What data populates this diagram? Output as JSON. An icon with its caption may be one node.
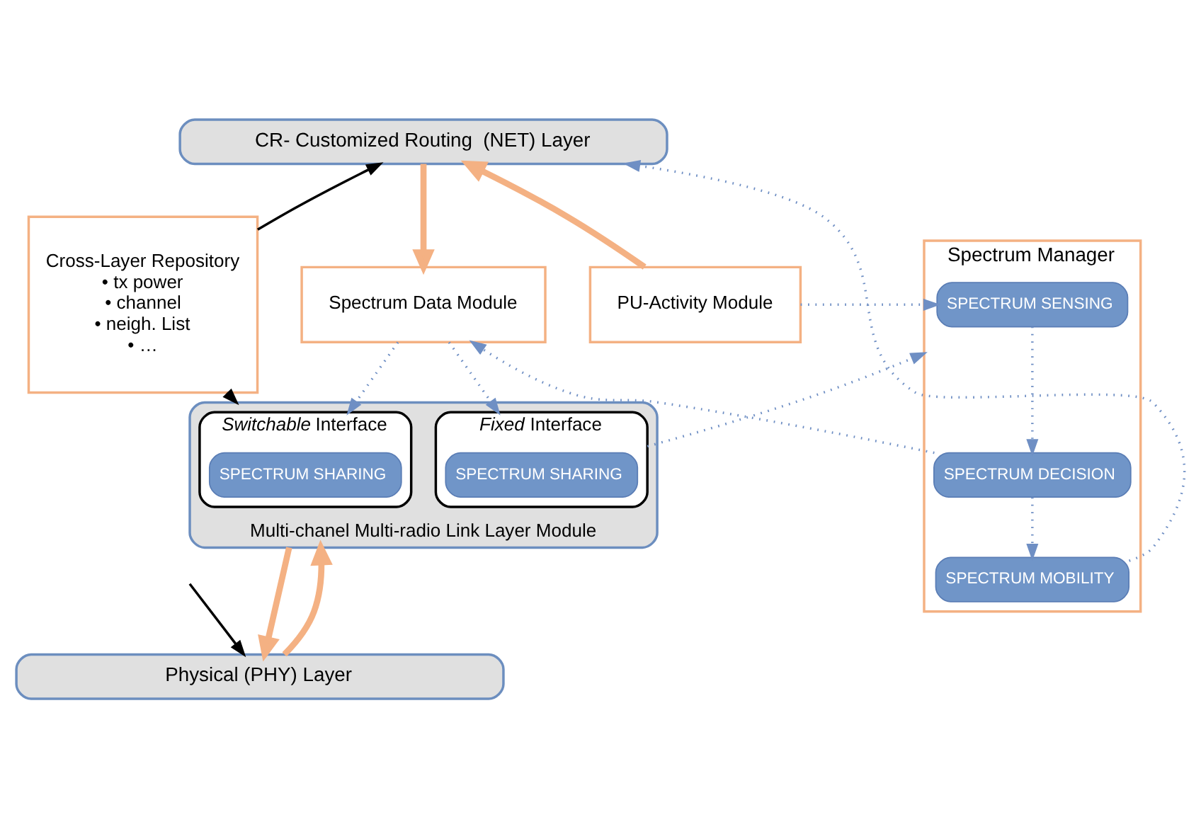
{
  "diagram": {
    "nodes": [
      {
        "text": [
          "CR- Customized Routing  (NET) Layer"
        ]
      },
      {
        "text": [
          "Spectrum Data Module"
        ]
      },
      {
        "text": [
          "PU-Activity Module"
        ]
      },
      {
        "text": [
          "Spectrum Manager"
        ]
      },
      {
        "text": [
          "SPECTRUM SENSING"
        ],
        "in": 3
      },
      {
        "text": [
          "SPECTRUM DECISION"
        ],
        "in": 3
      },
      {
        "text": [
          "SPECTRUM MOBILITY"
        ],
        "in": 3
      },
      {
        "text": [
          "Cross-Layer Repository",
          "• tx power",
          "• channel",
          "• neigh. List",
          "• …"
        ]
      },
      {
        "text": [
          "Multi-chanel Multi-radio Link Layer Module"
        ]
      },
      {
        "text": [
          "*Switchable* Interface"
        ],
        "in": 8
      },
      {
        "text": [
          "SPECTRUM SHARING"
        ],
        "in": 9
      },
      {
        "text": [
          "*Fixed* Interface"
        ],
        "in": 8
      },
      {
        "text": [
          "SPECTRUM SHARING"
        ],
        "in": 11
      },
      {
        "text": [
          "Physical (PHY) Layer"
        ]
      }
    ],
    "edges": [
      {
        "from": 7,
        "to": 0,
        "arrow": "to",
        "color": "#000000"
      },
      {
        "from": 7,
        "to": 8,
        "arrow": "to",
        "color": "#000000"
      },
      {
        "from": null,
        "to": 13,
        "arrow": "to",
        "color": "#000000"
      },
      {
        "from": 0,
        "to": 1,
        "arrow": "to",
        "style": "thick",
        "color": "#f4b183"
      },
      {
        "from": 2,
        "to": 0,
        "arrow": "to",
        "style": "thick",
        "color": "#f4b183"
      },
      {
        "from": 8,
        "to": 13,
        "arrow": "to",
        "style": "thick",
        "color": "#f4b183"
      },
      {
        "from": 13,
        "to": 8,
        "arrow": "to",
        "style": "thick",
        "color": "#f4b183"
      },
      {
        "from": 1,
        "to": 9,
        "arrow": "to",
        "style": "dashed"
      },
      {
        "from": 1,
        "to": 11,
        "arrow": "to",
        "style": "dashed"
      },
      {
        "from": 5,
        "to": 1,
        "arrow": "to",
        "style": "dashed"
      },
      {
        "from": 2,
        "to": 4,
        "arrow": "to",
        "style": "dashed"
      },
      {
        "from": 4,
        "to": 5,
        "arrow": "to",
        "style": "dashed"
      },
      {
        "from": 5,
        "to": 6,
        "arrow": "to",
        "style": "dashed"
      },
      {
        "from": 11,
        "to": 3,
        "arrow": "to",
        "style": "dashed"
      },
      {
        "from": 6,
        "to": 0,
        "arrow": "to",
        "style": "dashed"
      }
    ]
  }
}
